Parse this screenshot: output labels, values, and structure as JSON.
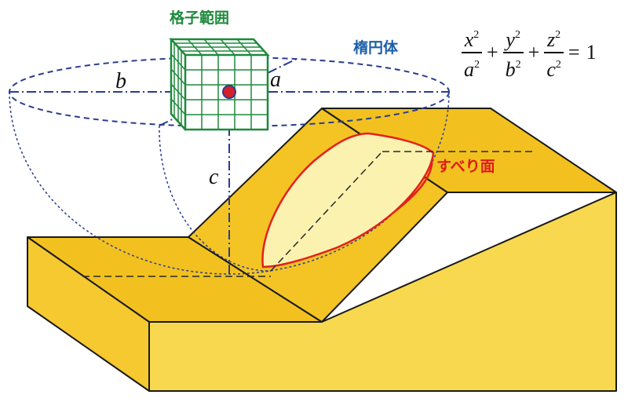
{
  "labels": {
    "grid_range": "格子範囲",
    "ellipsoid": "楕円体",
    "slip_surface": "すべり面",
    "axis_a": "a",
    "axis_b": "b",
    "axis_c": "c"
  },
  "formula": {
    "term1_num": "x",
    "term1_den": "a",
    "term2_num": "y",
    "term2_den": "b",
    "term3_num": "z",
    "term3_den": "c",
    "exponent": "2",
    "plus": "+",
    "equals": "=",
    "rhs": "1"
  },
  "colors": {
    "slope_top": "#f2c11f",
    "slope_front": "#f8d84e",
    "slope_cut": "#f3c424",
    "slip_fill": "#fbf2b0",
    "slip_edge": "#e3201b",
    "ellipsoid_line": "#2a3d8f",
    "grid_line": "#1e8a3c",
    "center_dot": "#d4202a"
  }
}
